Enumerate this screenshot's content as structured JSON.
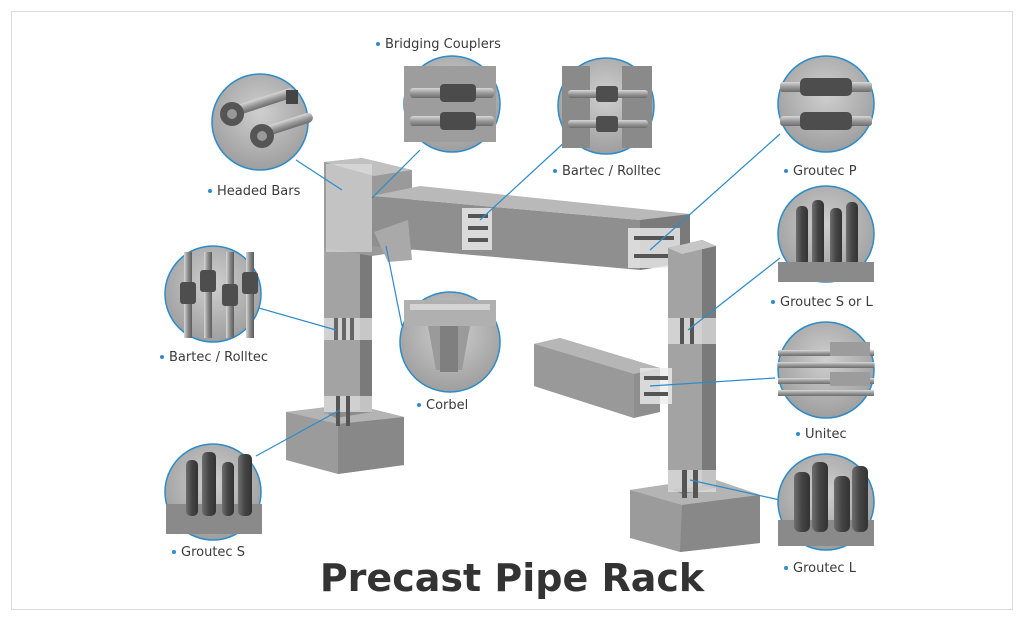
{
  "title": "Precast Pipe Rack",
  "labels": {
    "bridging_couplers": "Bridging Couplers",
    "headed_bars": "Headed Bars",
    "bartec_rolltec_top": "Bartec / Rolltec",
    "groutec_p": "Groutec P",
    "groutec_s_or_l": "Groutec S or L",
    "bartec_rolltec_left": "Bartec / Rolltec",
    "corbel": "Corbel",
    "unitec": "Unitec",
    "groutec_s": "Groutec S",
    "groutec_l": "Groutec L"
  },
  "colors": {
    "accent_dot": "#2c8cc9",
    "leader_line": "#2c8cc9",
    "concrete_light": "#a8a8a8",
    "concrete_mid": "#8f8f8f",
    "concrete_dark": "#767676"
  }
}
